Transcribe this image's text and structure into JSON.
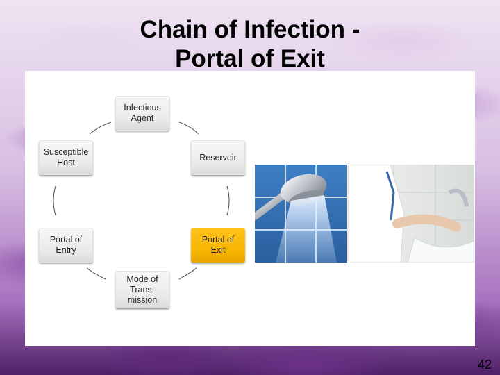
{
  "title": {
    "line1": "Chain of Infection -",
    "line2": "Portal of Exit"
  },
  "diagram": {
    "nodes": [
      {
        "id": "infectious-agent",
        "lines": [
          "Infectious",
          "Agent"
        ],
        "highlight": false
      },
      {
        "id": "reservoir",
        "lines": [
          "Reservoir"
        ],
        "highlight": false
      },
      {
        "id": "portal-of-exit",
        "lines": [
          "Portal of",
          "Exit"
        ],
        "highlight": true
      },
      {
        "id": "mode-of-transmission",
        "lines": [
          "Mode of",
          "Trans-",
          "mission"
        ],
        "highlight": false
      },
      {
        "id": "portal-of-entry",
        "lines": [
          "Portal of",
          "Entry"
        ],
        "highlight": false
      },
      {
        "id": "susceptible-host",
        "lines": [
          "Susceptible",
          "Host"
        ],
        "highlight": false
      }
    ],
    "highlight_color": "#f7b500"
  },
  "photo": {
    "shower_icon": "shower-head-icon",
    "handwash_icon": "handwashing-icon"
  },
  "page_number": "42"
}
